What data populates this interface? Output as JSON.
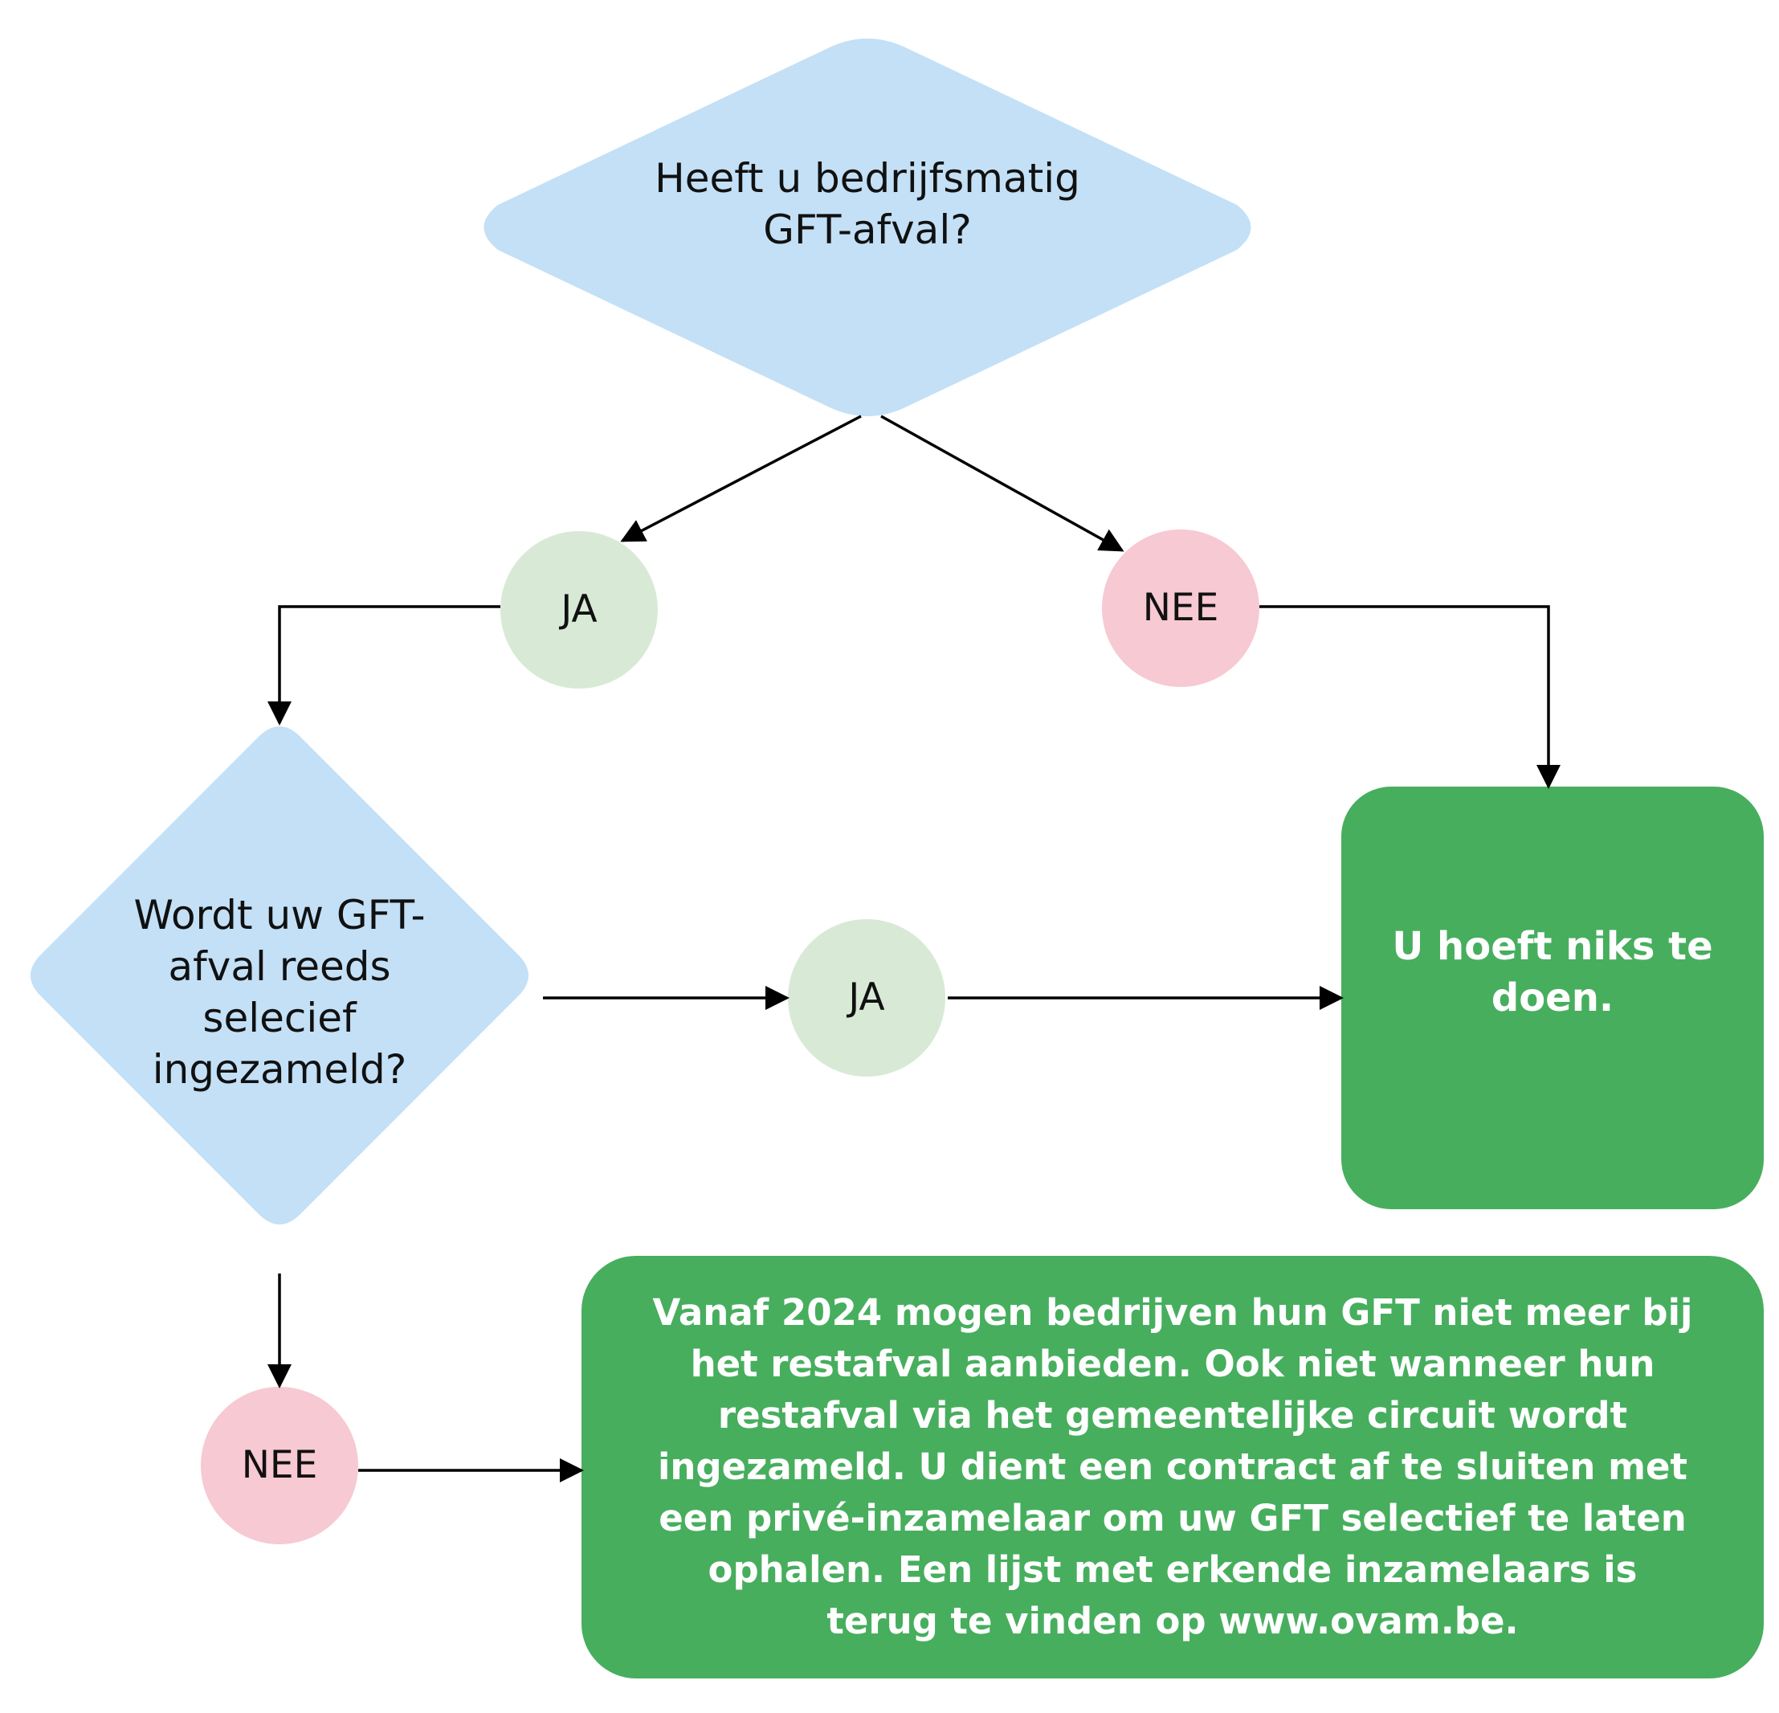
{
  "colors": {
    "question_fill": "#c3e0f6",
    "yes_fill": "#d8ead6",
    "no_fill": "#f7c9d3",
    "result_fill": "#47ae5e",
    "line": "#000000"
  },
  "nodes": {
    "question1": {
      "lines": [
        "Heeft u bedrijfsmatig",
        "GFT-afval?"
      ]
    },
    "yes1": {
      "label": "JA"
    },
    "no1": {
      "label": "NEE"
    },
    "question2": {
      "lines": [
        "Wordt uw GFT-",
        "afval reeds",
        "selecief",
        "ingezameld?"
      ]
    },
    "yes2": {
      "label": "JA"
    },
    "no2": {
      "label": "NEE"
    },
    "result_nothing": {
      "lines": [
        "U hoeft niks te",
        "doen."
      ]
    },
    "result_contract": {
      "lines": [
        "Vanaf 2024 mogen bedrijven hun GFT niet meer bij",
        "het restafval  aanbieden. Ook niet wanneer hun",
        "restafval via het gemeentelijke circuit wordt",
        "ingezameld. U dient een contract af te sluiten met",
        "een privé-inzamelaar om uw GFT selectief te laten",
        "ophalen. Een lijst met erkende inzamelaars is",
        "terug te vinden op www.ovam.be."
      ]
    }
  }
}
